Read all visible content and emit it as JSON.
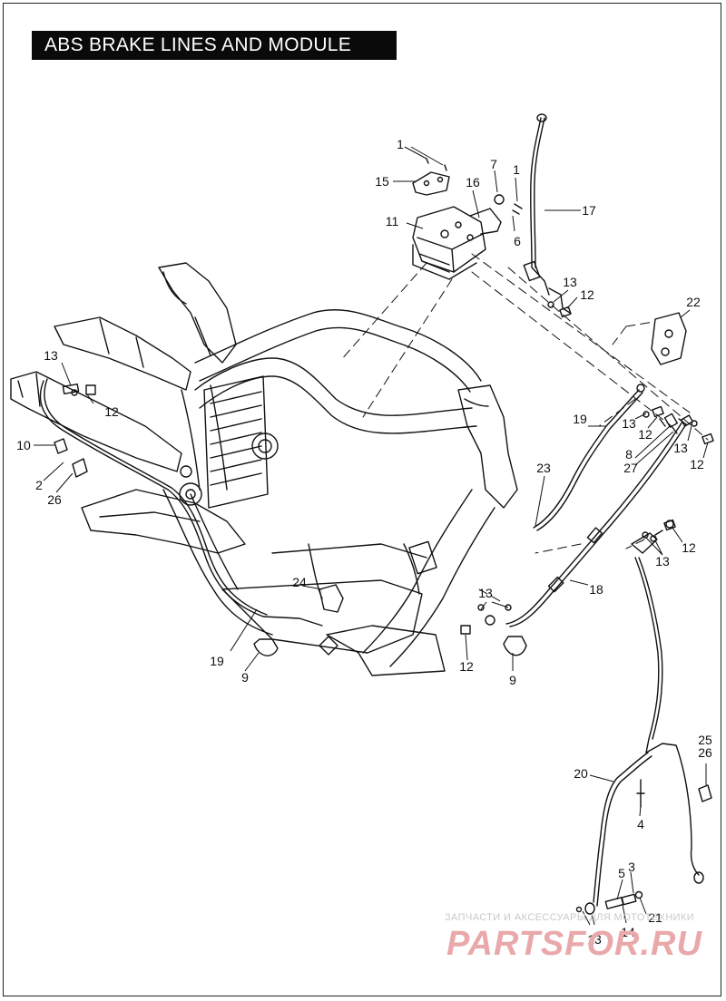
{
  "title": "ABS BRAKE LINES AND MODULE",
  "callouts": [
    {
      "id": "c1a",
      "label": "1"
    },
    {
      "id": "c15",
      "label": "15"
    },
    {
      "id": "c7",
      "label": "7"
    },
    {
      "id": "c1b",
      "label": "1"
    },
    {
      "id": "c16",
      "label": "16"
    },
    {
      "id": "c17",
      "label": "17"
    },
    {
      "id": "c11",
      "label": "11"
    },
    {
      "id": "c6",
      "label": "6"
    },
    {
      "id": "c13a",
      "label": "13"
    },
    {
      "id": "c12a",
      "label": "12"
    },
    {
      "id": "c22",
      "label": "22"
    },
    {
      "id": "c13b",
      "label": "13"
    },
    {
      "id": "c12b",
      "label": "12"
    },
    {
      "id": "c10",
      "label": "10"
    },
    {
      "id": "c2",
      "label": "2"
    },
    {
      "id": "c26a",
      "label": "26"
    },
    {
      "id": "c19a",
      "label": "19"
    },
    {
      "id": "c13c",
      "label": "13"
    },
    {
      "id": "c12c",
      "label": "12"
    },
    {
      "id": "c8",
      "label": "8"
    },
    {
      "id": "c27",
      "label": "27"
    },
    {
      "id": "c13d",
      "label": "13"
    },
    {
      "id": "c12d",
      "label": "12"
    },
    {
      "id": "c23",
      "label": "23"
    },
    {
      "id": "c12e",
      "label": "12"
    },
    {
      "id": "c13e",
      "label": "13"
    },
    {
      "id": "c18",
      "label": "18"
    },
    {
      "id": "c24",
      "label": "24"
    },
    {
      "id": "c13f",
      "label": "13"
    },
    {
      "id": "c19b",
      "label": "19"
    },
    {
      "id": "c9a",
      "label": "9"
    },
    {
      "id": "c12f",
      "label": "12"
    },
    {
      "id": "c9b",
      "label": "9"
    },
    {
      "id": "c25",
      "label": "25"
    },
    {
      "id": "c26b",
      "label": "26"
    },
    {
      "id": "c20",
      "label": "20"
    },
    {
      "id": "c4",
      "label": "4"
    },
    {
      "id": "c5",
      "label": "5"
    },
    {
      "id": "c3",
      "label": "3"
    },
    {
      "id": "c21",
      "label": "21"
    },
    {
      "id": "c13g",
      "label": "13"
    },
    {
      "id": "c14",
      "label": "14"
    }
  ],
  "watermark": {
    "tagline": "ЗАПЧАСТИ И АКСЕССУАРЫ ДЛЯ МОТОТЕХНИКИ",
    "brand": "PARTSFOR.RU"
  }
}
